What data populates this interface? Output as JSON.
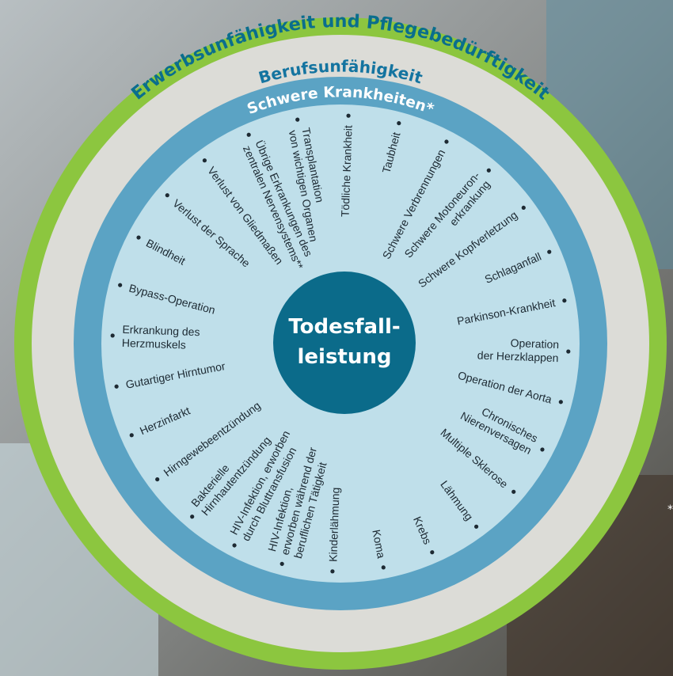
{
  "rings": {
    "outer": "Erwerbsunfähigkeit und Pflegebedürftigkeit",
    "second": "Berufsunfähigkeit",
    "third": "Schwere Krankheiten*"
  },
  "center": {
    "line1": "Todesfall-",
    "line2": "leistung"
  },
  "diseases": [
    [
      "Tödliche Krankheit"
    ],
    [
      "Taubheit"
    ],
    [
      "Schwere Verbrennungen"
    ],
    [
      "Schwere Motoneuron-",
      "erkrankung"
    ],
    [
      "Schwere Kopfverletzung"
    ],
    [
      "Schlaganfall"
    ],
    [
      "Parkinson-Krankheit"
    ],
    [
      "Operation",
      "der Herzklappen"
    ],
    [
      "Operation der Aorta"
    ],
    [
      "Chronisches",
      "Nierenversagen"
    ],
    [
      "Multiple Sklerose"
    ],
    [
      "Lähmung"
    ],
    [
      "Krebs"
    ],
    [
      "Koma"
    ],
    [
      "Kinderlähmung"
    ],
    [
      "HIV-Infektion,",
      "erworben während der",
      "beruflichen Tätigkeit"
    ],
    [
      "HIV-Infektion, erworben",
      "durch Bluttransfusion"
    ],
    [
      "Bakterielle",
      "Hirnhautentzündung"
    ],
    [
      "Hirngewebeentzündung"
    ],
    [
      "Herzinfarkt"
    ],
    [
      "Gutartiger Hirntumor"
    ],
    [
      "Erkrankung des",
      "Herzmuskels"
    ],
    [
      "Bypass-Operation"
    ],
    [
      "Blindheit"
    ],
    [
      "Verlust der Sprache"
    ],
    [
      "Verlust von Gliedmaßen"
    ],
    [
      "Übrige Erkrankungen des",
      "zentralen Nervensystems**"
    ],
    [
      "Transplantation",
      "von wichtigen Organen"
    ]
  ],
  "side_mark": "*",
  "colors": {
    "outer_green": "#8cc63f",
    "gray_ring": "#dcdcd7",
    "blue_ring": "#5ba3c4",
    "inner_disc": "#bfdfea",
    "center_disc": "#0b6b8a",
    "title_blue": "#1474a0",
    "outer_text": "#0a6e8d"
  }
}
